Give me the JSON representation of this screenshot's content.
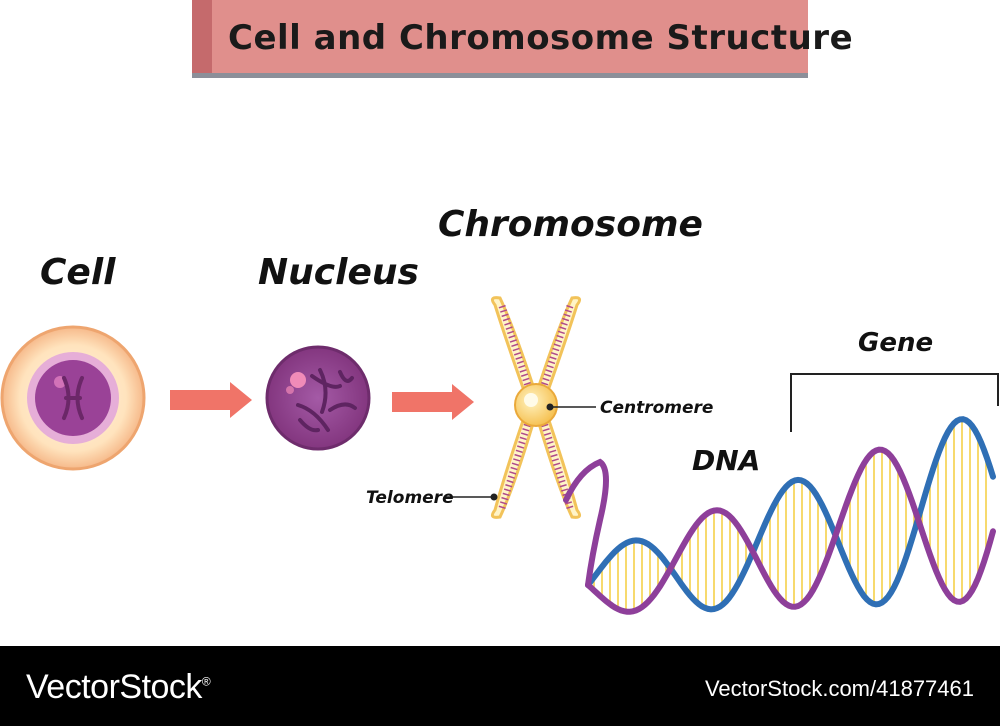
{
  "title": "Cell and Chromosome Structure",
  "labels": {
    "cell": "Cell",
    "nucleus": "Nucleus",
    "chromosome": "Chromosome",
    "centromere": "Centromere",
    "telomere": "Telomere",
    "dna": "DNA",
    "gene": "Gene"
  },
  "footer": {
    "brand": "VectorStock",
    "brand_mark": "®",
    "url": "VectorStock.com/41877461"
  },
  "colors": {
    "banner": "#e08f8c",
    "arrow": "#f07468",
    "dna_purple": "#8e3f9a",
    "dna_blue": "#2f6fb5",
    "base_pairs": "#f5d04a"
  }
}
